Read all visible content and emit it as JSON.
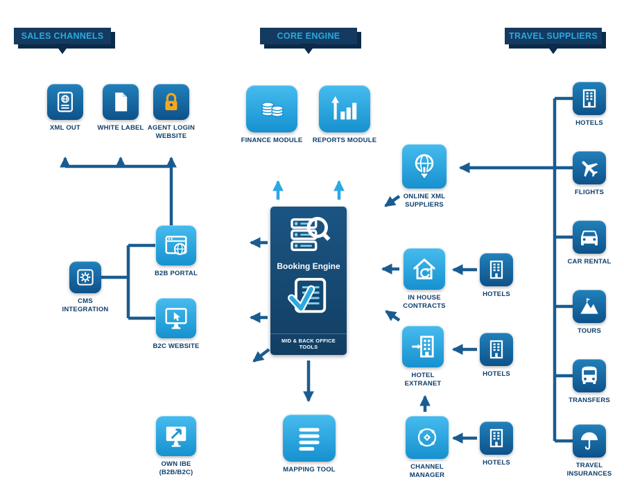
{
  "colors": {
    "banner_bg": "#143a5f",
    "banner_text": "#2aa9e0",
    "tile_light": "#1691cf",
    "tile_dark": "#0e528a",
    "arrow_dark": "#1a5c90",
    "arrow_light": "#2aa9e0",
    "label_text": "#0e3e6b",
    "lock_accent": "#f6a81c"
  },
  "headers": {
    "sales_channels": "SALES CHANNELS",
    "core_engine": "CORE ENGINE",
    "travel_suppliers": "TRAVEL SUPPLIERS"
  },
  "sales_channels": {
    "xml_out": "XML OUT",
    "white_label": "WHITE LABEL",
    "agent_login_website": "AGENT LOGIN WEBSITE",
    "b2b_portal": "B2B PORTAL",
    "cms_integration": "CMS INTEGRATION",
    "b2c_website": "B2C WEBSITE",
    "own_ibe": "OWN IBE (B2B/B2C)"
  },
  "core_engine": {
    "finance_module": "FINANCE MODULE",
    "reports_module": "REPORTS MODULE",
    "booking_engine": "Booking Engine",
    "mid_back_office": "MID & BACK OFFICE TOOLS",
    "mapping_tool": "MAPPING TOOL"
  },
  "suppliers_mid": {
    "online_xml_suppliers": "ONLINE XML SUPPLIERS",
    "in_house_contracts": "IN HOUSE CONTRACTS",
    "hotel_extranet": "HOTEL EXTRANET",
    "channel_manager": "CHANNEL MANAGER",
    "hotels_1": "HOTELS",
    "hotels_2": "HOTELS",
    "hotels_3": "HOTELS"
  },
  "travel_suppliers": {
    "hotels": "HOTELS",
    "flights": "FLIGHTS",
    "car_rental": "CAR RENTAL",
    "tours": "TOURS",
    "transfers": "TRANSFERS",
    "travel_insurances": "TRAVEL INSURANCES"
  },
  "icons": {
    "xml_out": "passport-document-icon",
    "white_label": "blank-page-icon",
    "agent_login_website": "padlock-icon",
    "b2b_portal": "browser-globe-icon",
    "cms_integration": "gear-window-icon",
    "b2c_website": "monitor-cursor-icon",
    "own_ibe": "monitor-arrow-icon",
    "finance_module": "coin-stack-icon",
    "reports_module": "bar-chart-arrow-icon",
    "booking_engine_top": "server-search-icon",
    "booking_engine_bottom": "checklist-document-icon",
    "mapping_tool": "list-lines-icon",
    "online_xml_suppliers": "globe-download-icon",
    "in_house_contracts": "house-refresh-icon",
    "hotel_extranet": "building-enter-icon",
    "channel_manager": "network-hub-icon",
    "hotels": "building-windows-icon",
    "flights": "airplane-icon",
    "car_rental": "car-icon",
    "tours": "mountain-flag-icon",
    "transfers": "bus-icon",
    "travel_insurances": "umbrella-icon"
  }
}
